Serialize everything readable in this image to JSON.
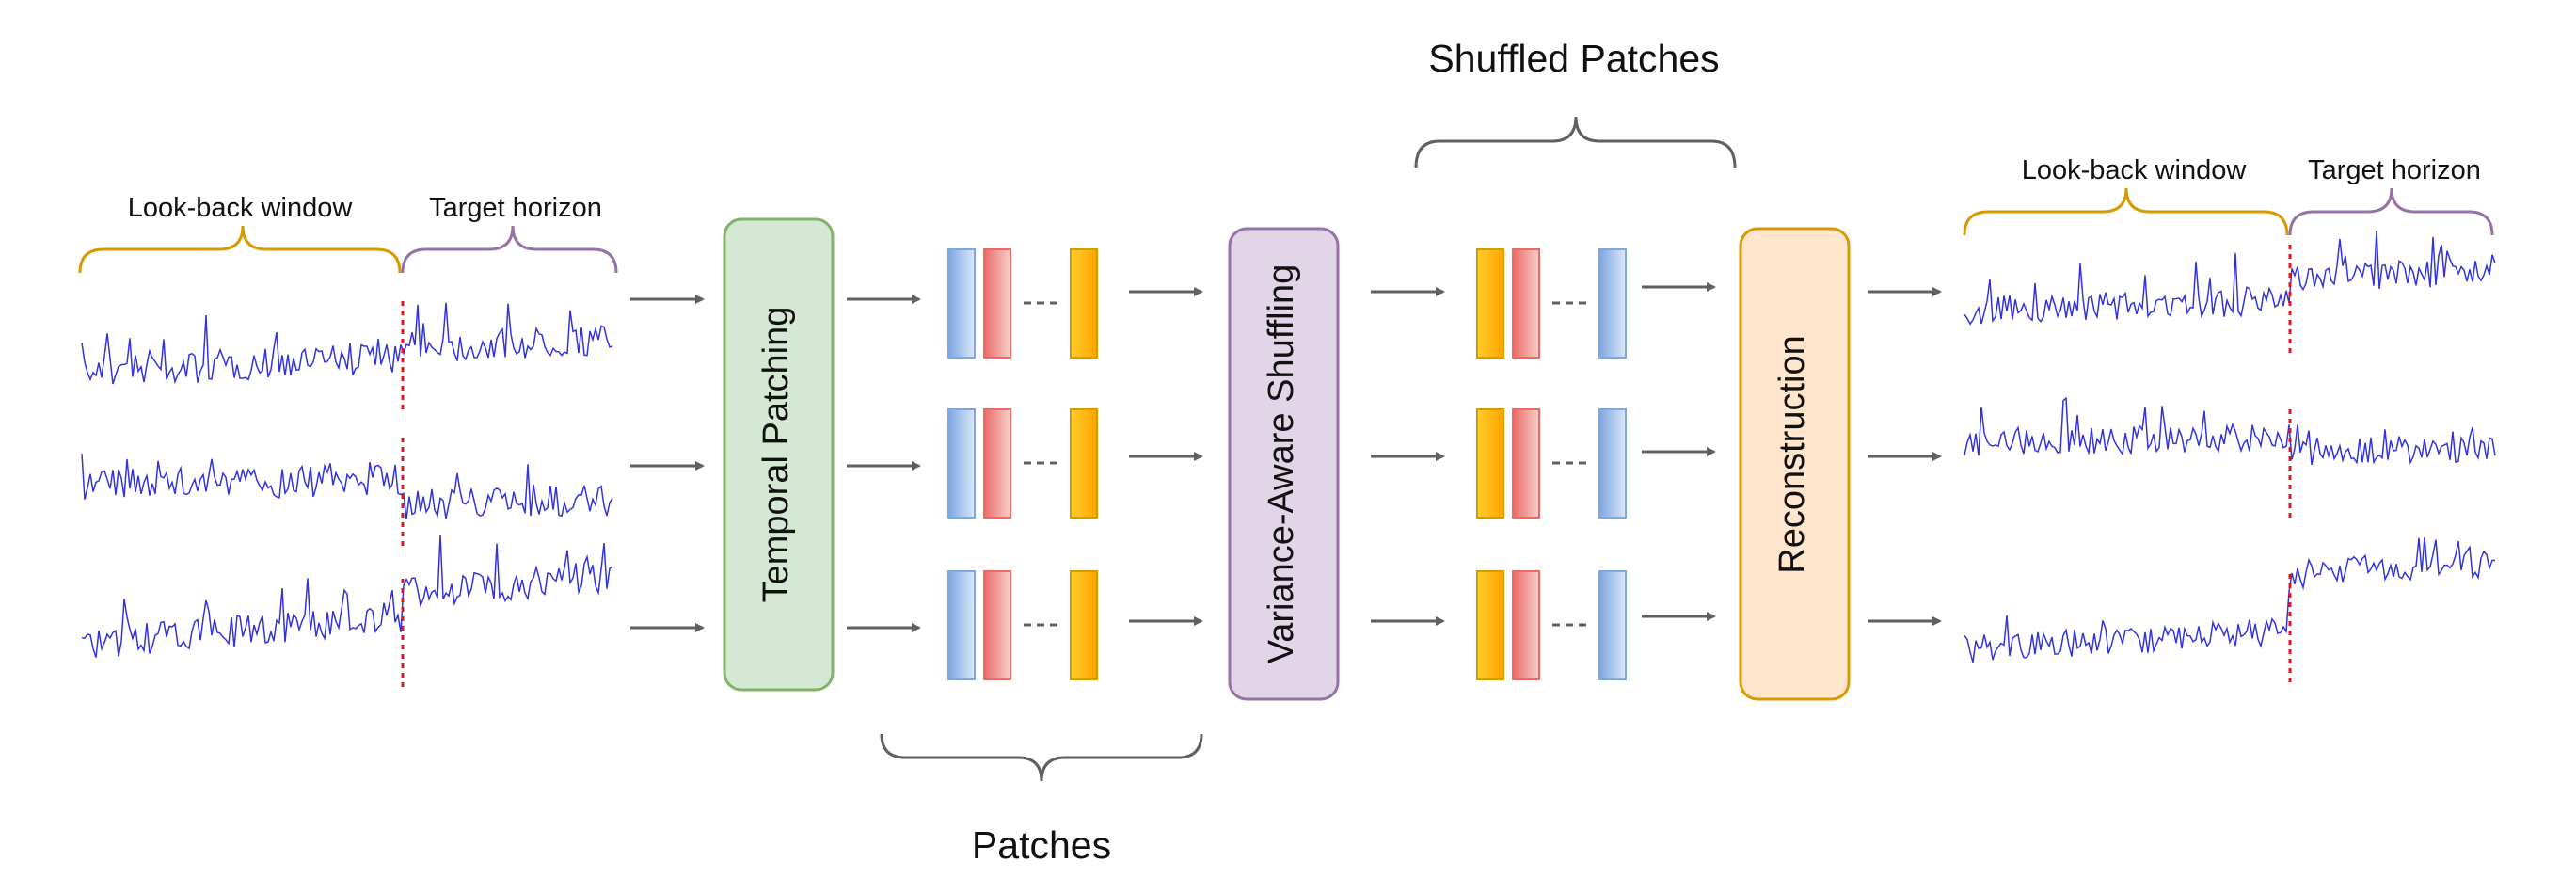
{
  "input_series": {
    "lookback_label": "Look-back window",
    "horizon_label": "Target horizon"
  },
  "output_series": {
    "lookback_label": "Look-back window",
    "horizon_label": "Target horizon"
  },
  "stages": {
    "temporal_patching": "Temporal Patching",
    "variance_shuffling": "Variance-Aware Shuffling",
    "reconstruction": "Reconstruction"
  },
  "groups": {
    "patches_label": "Patches",
    "shuffled_label": "Shuffled Patches"
  },
  "colors": {
    "lookback_brace": "#d79b00",
    "horizon_brace": "#9673a6",
    "signal": "#3333dd",
    "split_line": "#e0161f",
    "arrow": "#606060",
    "brace_gray": "#606060",
    "patching_fill": "#d5e8d4",
    "patching_stroke": "#82b366",
    "shuffling_fill": "#e1d5e7",
    "shuffling_stroke": "#9673a6",
    "reconstruction_fill": "#ffe6cc",
    "reconstruction_stroke": "#d79b00",
    "patch_blue": "#7ea6e0",
    "patch_red": "#ea6b66",
    "patch_orange": "#ffb31a"
  }
}
